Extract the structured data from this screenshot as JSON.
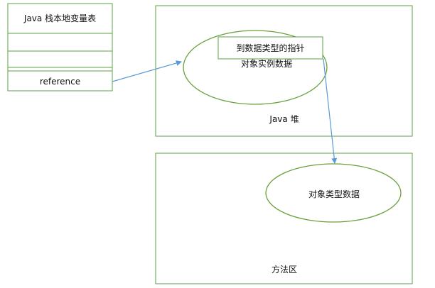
{
  "stack_table": {
    "title": "Java 栈本地变量表",
    "rows": [
      "",
      "",
      "",
      "reference"
    ]
  },
  "heap": {
    "label": "Java 堆",
    "object_pointer_label": "到数据类型的指针",
    "object_instance_label": "对象实例数据"
  },
  "method_area": {
    "label": "方法区",
    "type_data_label": "对象类型数据"
  },
  "colors": {
    "table_border": "#5aa043",
    "box_border": "#5aa043",
    "ellipse_stroke": "#6a9f3c",
    "arrow": "#5b9bd5"
  }
}
